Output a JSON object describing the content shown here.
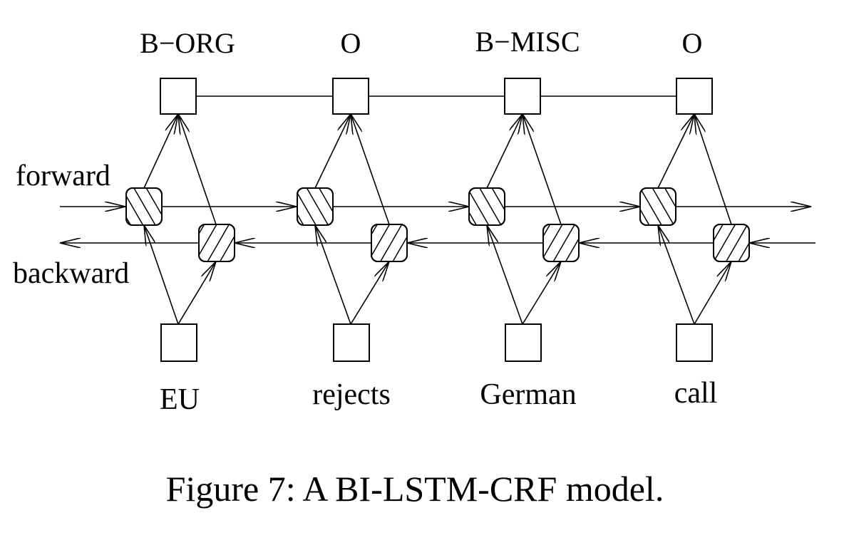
{
  "tags": [
    "B−ORG",
    "O",
    "B−MISC",
    "O"
  ],
  "words": [
    "EU",
    "rejects",
    "German",
    "call"
  ],
  "direction_labels": {
    "forward": "forward",
    "backward": "backward"
  },
  "caption": "Figure 7: A BI-LSTM-CRF model."
}
